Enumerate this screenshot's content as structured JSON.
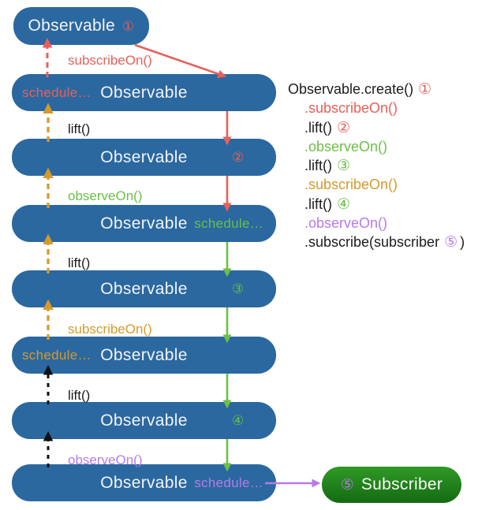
{
  "colors": {
    "red": "#e8605a",
    "orange": "#d59a2b",
    "green": "#6cbf47",
    "purple": "#b77ae8",
    "ink": "#1c1c1c",
    "boxBlue": "#2b68a0",
    "boxText": "#f2f4f6",
    "subTop": "#2f9a25",
    "subBottom": "#156a13"
  },
  "boxes": [
    {
      "label": "Observable",
      "badge": "①"
    },
    {
      "left": "schedule…",
      "label": "Observable"
    },
    {
      "label": "Observable",
      "badge": "②"
    },
    {
      "label": "Observable",
      "right": "schedule…"
    },
    {
      "label": "Observable",
      "badge": "③"
    },
    {
      "left": "schedule…",
      "label": "Observable"
    },
    {
      "label": "Observable",
      "badge": "④"
    },
    {
      "label": "Observable",
      "right": "schedule…"
    }
  ],
  "subscriber": {
    "badge": "⑤",
    "label": "Subscriber"
  },
  "arrow_labels": [
    {
      "text": "subscribeOn()"
    },
    {
      "text": "lift()"
    },
    {
      "text": "observeOn()"
    },
    {
      "text": "lift()"
    },
    {
      "text": "subscribeOn()"
    },
    {
      "text": "lift()"
    },
    {
      "text": "observeOn()"
    }
  ],
  "code": {
    "lines": [
      {
        "text": "Observable.create()",
        "badge": "①"
      },
      {
        "text": ".subscribeOn()"
      },
      {
        "text": ".lift()",
        "badge": "②"
      },
      {
        "text": ".observeOn()"
      },
      {
        "text": ".lift()",
        "badge": "③"
      },
      {
        "text": ".subscribeOn()"
      },
      {
        "text": ".lift()",
        "badge": "④"
      },
      {
        "text": ".observeOn()"
      },
      {
        "text": ".subscribe(subscriber",
        "badge": "⑤",
        "suffix": ")"
      }
    ]
  }
}
